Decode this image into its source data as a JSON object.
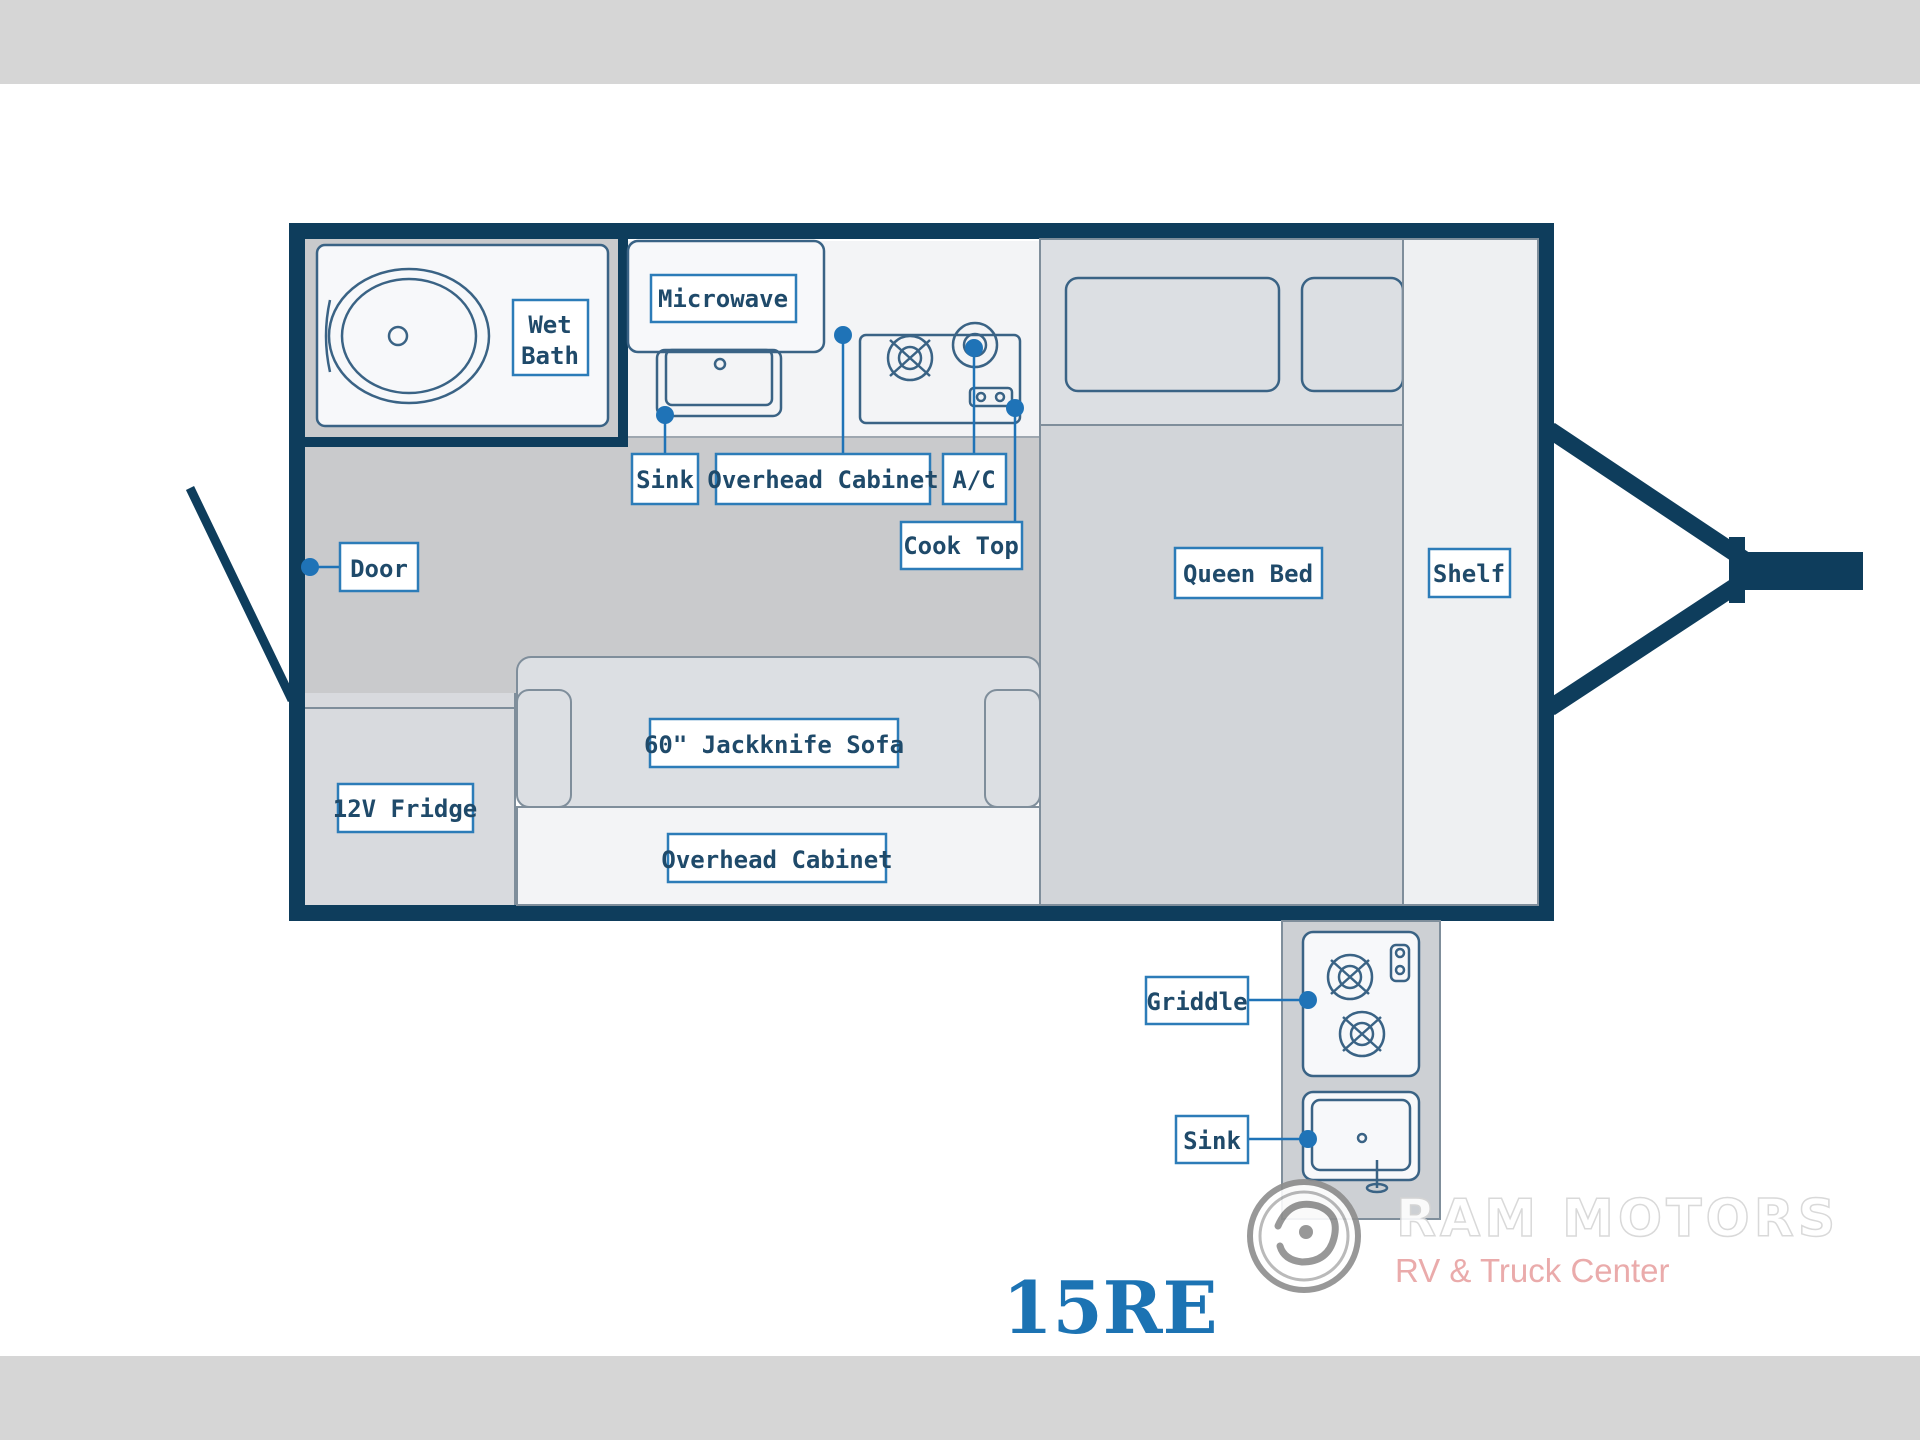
{
  "floorplan": {
    "model": "15RE",
    "labels": {
      "wet_bath": [
        "Wet",
        "Bath"
      ],
      "microwave": "Microwave",
      "sink_interior": "Sink",
      "overhead_cabinet_top": "Overhead Cabinet",
      "ac": "A/C",
      "cook_top": "Cook Top",
      "door": "Door",
      "queen_bed": "Queen Bed",
      "shelf": "Shelf",
      "jackknife_sofa": "60\" Jackknife Sofa",
      "fridge": "12V Fridge",
      "overhead_cabinet_bottom": "Overhead Cabinet",
      "griddle": "Griddle",
      "sink_exterior": "Sink"
    },
    "colors": {
      "wall": "#0e3d5c",
      "floor": "#c9cacc",
      "furniture": "#e1e4e8",
      "accent": "#1f73b7",
      "label_border": "#2c7cb8"
    }
  },
  "watermark": {
    "brand": "RAM MOTORS",
    "subtitle": "RV & Truck Center"
  }
}
